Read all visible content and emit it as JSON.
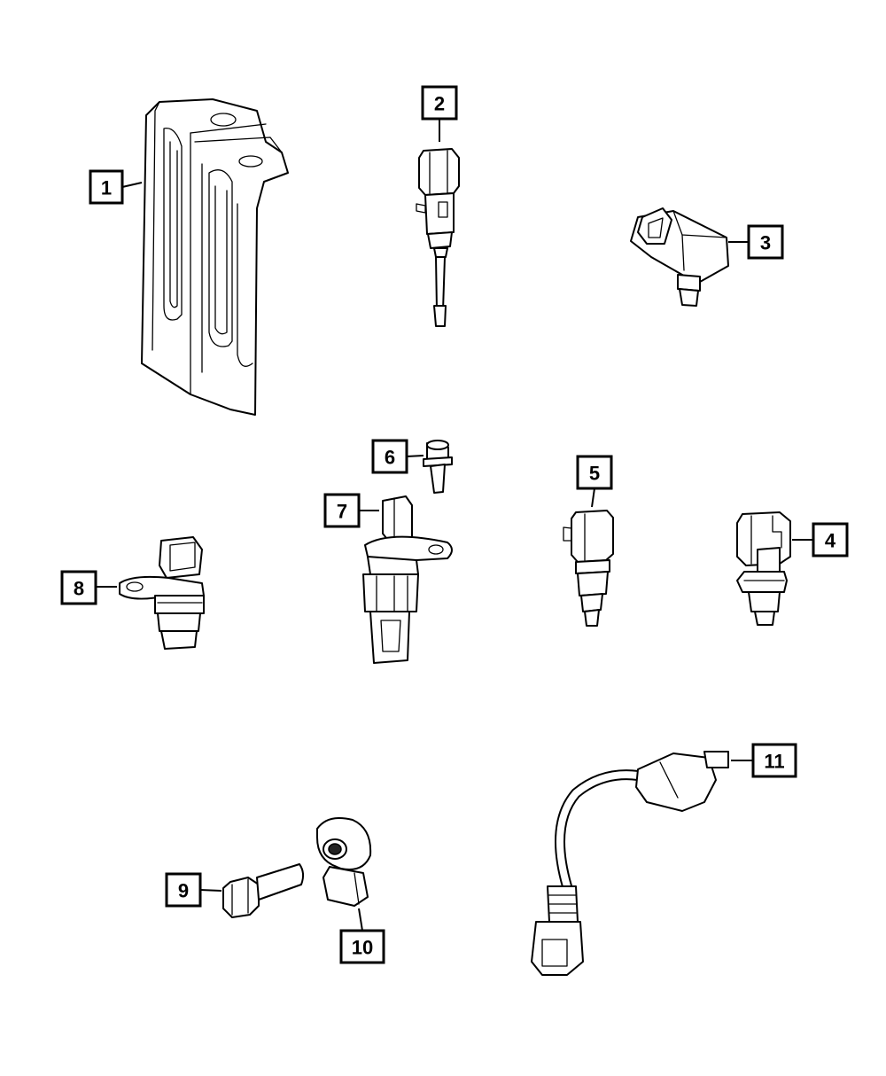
{
  "diagram": {
    "callouts": [
      {
        "id": "1",
        "label": "1"
      },
      {
        "id": "2",
        "label": "2"
      },
      {
        "id": "3",
        "label": "3"
      },
      {
        "id": "4",
        "label": "4"
      },
      {
        "id": "5",
        "label": "5"
      },
      {
        "id": "6",
        "label": "6"
      },
      {
        "id": "7",
        "label": "7"
      },
      {
        "id": "8",
        "label": "8"
      },
      {
        "id": "9",
        "label": "9"
      },
      {
        "id": "10",
        "label": "10"
      },
      {
        "id": "11",
        "label": "11"
      }
    ],
    "parts": [
      {
        "callout": "1",
        "icon": "bracket-icon"
      },
      {
        "callout": "2",
        "icon": "temperature-sensor-probe-icon"
      },
      {
        "callout": "3",
        "icon": "map-sensor-icon"
      },
      {
        "callout": "4",
        "icon": "pressure-sensor-icon"
      },
      {
        "callout": "5",
        "icon": "coolant-temperature-sensor-icon"
      },
      {
        "callout": "6",
        "icon": "bolt-icon"
      },
      {
        "callout": "7",
        "icon": "crankshaft-position-sensor-icon"
      },
      {
        "callout": "8",
        "icon": "camshaft-position-sensor-icon"
      },
      {
        "callout": "9",
        "icon": "bolt-icon"
      },
      {
        "callout": "10",
        "icon": "knock-sensor-icon"
      },
      {
        "callout": "11",
        "icon": "oxygen-sensor-icon"
      }
    ]
  }
}
